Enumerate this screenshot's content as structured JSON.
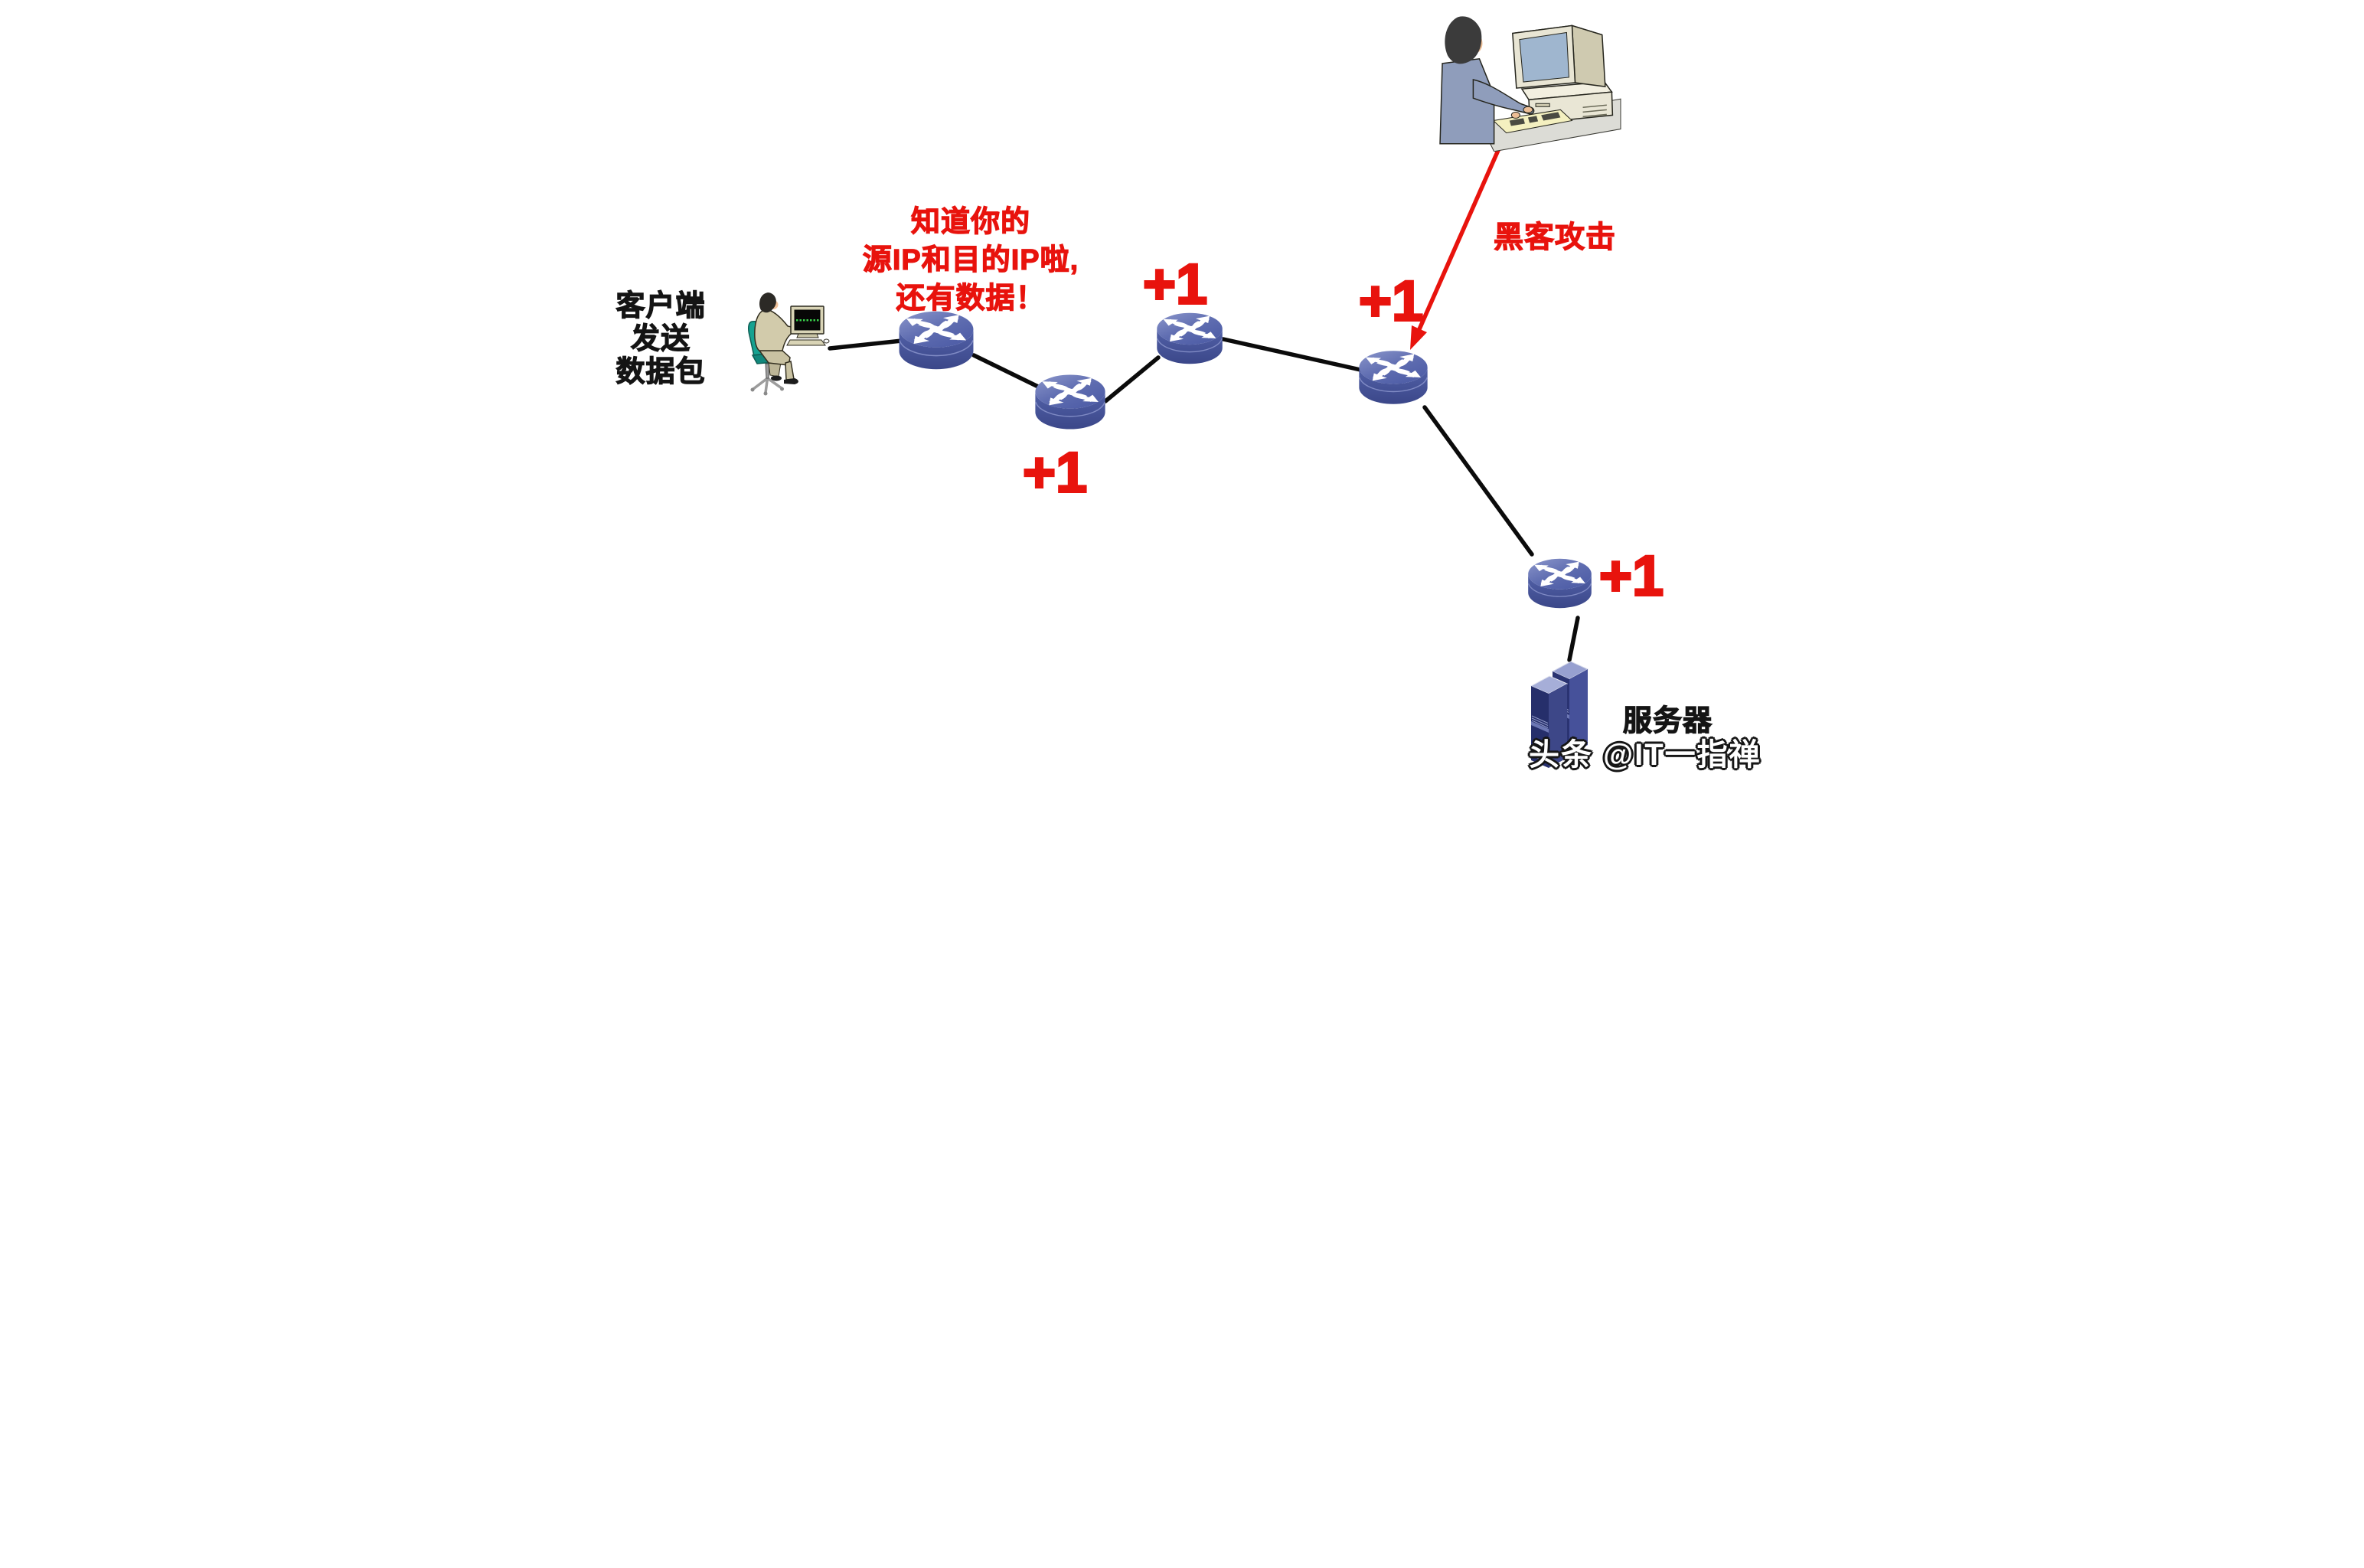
{
  "client": {
    "label_lines": [
      "客户端",
      "发送",
      "数据包"
    ]
  },
  "red_note": {
    "lines": [
      "知道你的",
      "源IP和目的IP啦,",
      "还有数据！"
    ]
  },
  "attack": {
    "label": "黑客攻击"
  },
  "hops": [
    {
      "label": "+1"
    },
    {
      "label": "+1"
    },
    {
      "label": "+1"
    },
    {
      "label": "+1"
    }
  ],
  "server": {
    "label": "服务器"
  },
  "watermark": {
    "text": "头条 @IT一指禅"
  },
  "icons": {
    "router": "router-icon",
    "server": "server-tower-icon",
    "client": "client-computer-illustration",
    "hacker": "hacker-computer-illustration",
    "attack_arrow": "attack-arrow-icon"
  },
  "colors": {
    "accent_red": "#e8130d",
    "link_black": "#0b0b0b",
    "router_top": "#8b96cb",
    "router_side": "#46539b",
    "server_navy": "#2a3372",
    "background": "#ffffff"
  }
}
